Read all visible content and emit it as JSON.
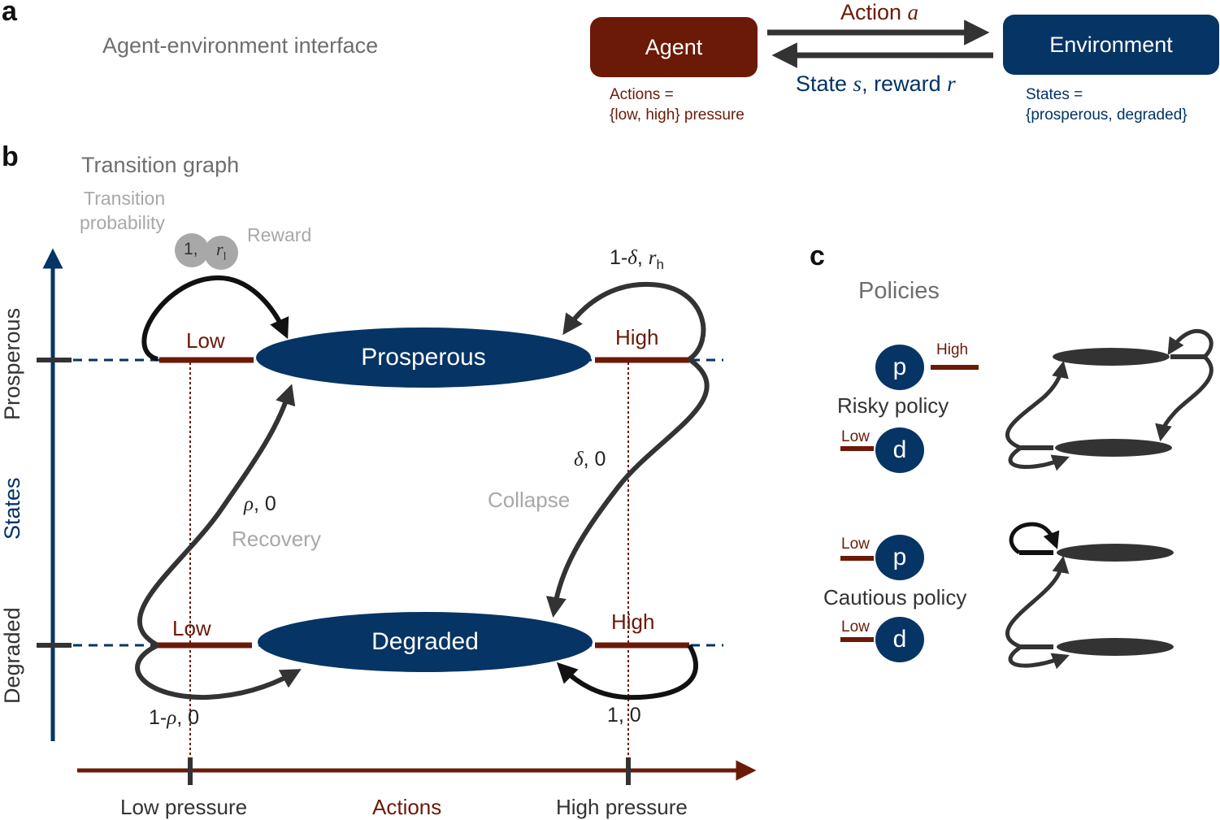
{
  "panel_a": {
    "label": "a",
    "title": "Agent-environment interface",
    "agent": "Agent",
    "environment": "Environment",
    "action_prefix": "Action ",
    "action_var": "a",
    "state_prefix": "State ",
    "state_var": "s",
    "reward_mid": ", reward ",
    "reward_var": "r",
    "actions_def_1": "Actions =",
    "actions_def_2": "{low, high} pressure",
    "states_def_1": "States =",
    "states_def_2": "{prosperous, degraded}"
  },
  "panel_b": {
    "label": "b",
    "title": "Transition graph",
    "legend": {
      "prob_line1": "Transition",
      "prob_line2": "probability",
      "reward": "Reward",
      "circle_one": "1,",
      "circle_r": "r",
      "circle_r_sub": "l"
    },
    "states": {
      "prosperous": "Prosperous",
      "degraded": "Degraded"
    },
    "action_low": "Low",
    "action_high": "High",
    "edges": {
      "high_pros_stay_prefix": "1-",
      "high_pros_stay_delta": "δ",
      "high_pros_stay_mid": ", ",
      "high_pros_stay_r": "r",
      "high_pros_stay_sub": "h",
      "collapse_delta": "δ",
      "collapse_val": ", 0",
      "collapse_name": "Collapse",
      "recovery_rho": "ρ",
      "recovery_val": ", 0",
      "recovery_name": "Recovery",
      "low_deg_stay_prefix": "1-",
      "low_deg_stay_rho": "ρ",
      "low_deg_stay_val": ", 0",
      "high_deg_stay": "1, 0"
    },
    "axis_y": {
      "prosperous": "Prosperous",
      "states": "States",
      "degraded": "Degraded"
    },
    "axis_x": {
      "low": "Low pressure",
      "actions": "Actions",
      "high": "High pressure"
    }
  },
  "panel_c": {
    "label": "c",
    "title": "Policies",
    "risky": {
      "name": "Risky policy",
      "p": "p",
      "d": "d",
      "p_action": "High",
      "d_action": "Low"
    },
    "cautious": {
      "name": "Cautious policy",
      "p": "p",
      "d": "d",
      "p_action": "Low",
      "d_action": "Low"
    }
  },
  "colors": {
    "navy": "#063465",
    "brown": "#6b1a07",
    "arrow": "#333333",
    "gray_text": "#a8a8a8",
    "gray_heading": "#6e6e6e"
  }
}
